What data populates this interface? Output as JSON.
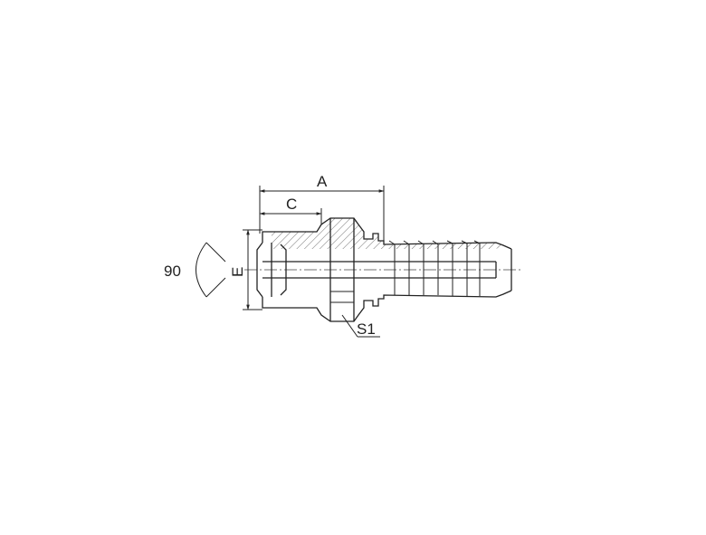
{
  "labels": {
    "a": "A",
    "c": "C",
    "e": "E",
    "s1": "S1",
    "angle": "90"
  }
}
